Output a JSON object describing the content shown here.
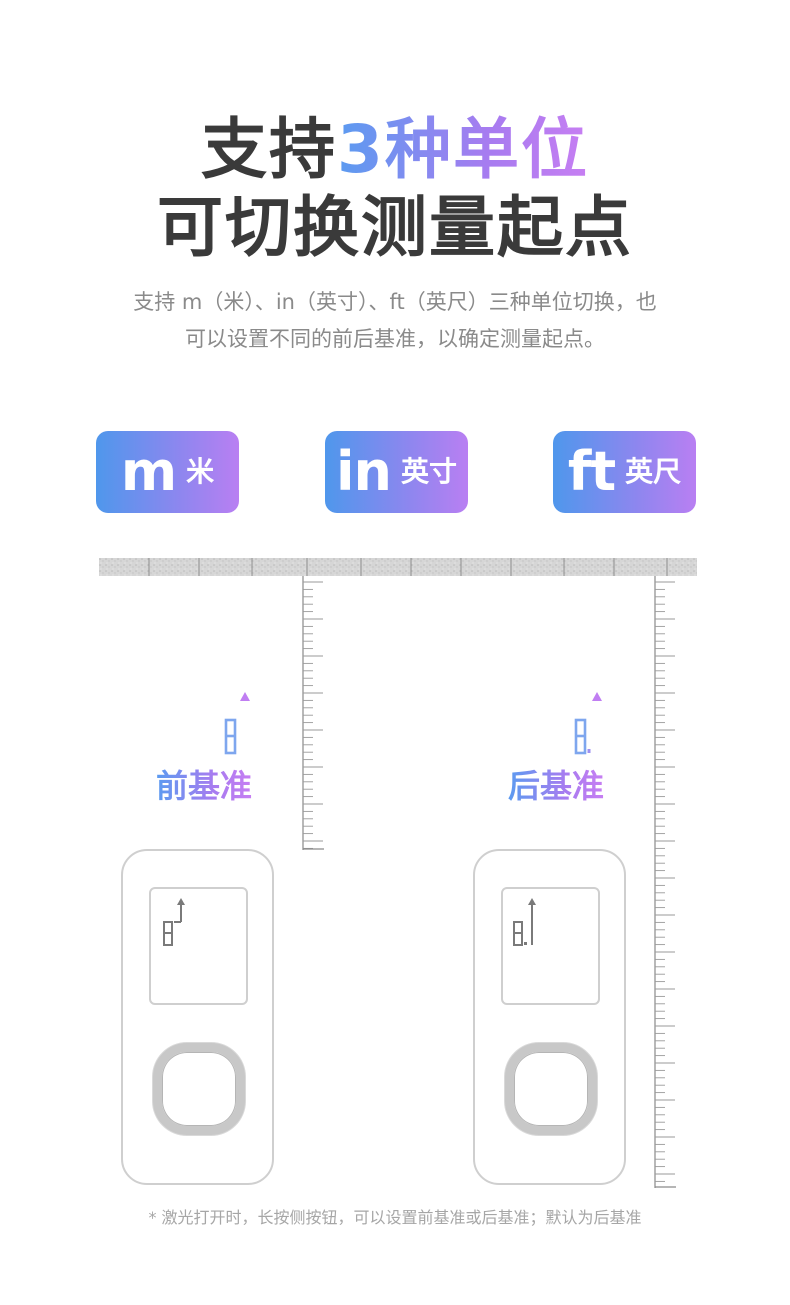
{
  "headline": {
    "line1_prefix": "支持",
    "line1_highlight": "3种单位",
    "line2": "可切换测量起点"
  },
  "description": {
    "line1": "支持 m（米）、in（英寸）、ft（英尺）三种单位切换，也",
    "line2": "可以设置不同的前后基准，以确定测量起点。"
  },
  "units": [
    {
      "symbol": "m",
      "name": "米"
    },
    {
      "symbol": "in",
      "name": "英寸"
    },
    {
      "symbol": "ft",
      "name": "英尺"
    }
  ],
  "reference": {
    "front_label": "前基准",
    "back_label": "后基准"
  },
  "footnote": "* 激光打开时，长按侧按钮，可以设置前基准或后基准；默认为后基准",
  "colors": {
    "gradient_start": "#4f97ec",
    "gradient_end": "#b97ff2",
    "title_text": "#3a3a3a",
    "body_text": "#8a8a8a"
  },
  "icons": {
    "front_reference": "front-reference-icon",
    "back_reference": "back-reference-icon"
  }
}
